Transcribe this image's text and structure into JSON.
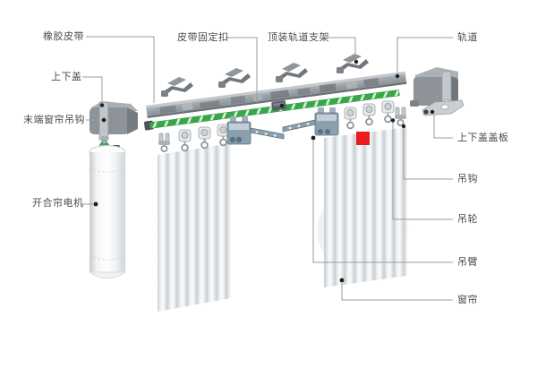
{
  "labels": {
    "rubber_belt": "橡胶皮带",
    "top_cover": "上下盖",
    "end_hook": "末端窗帘吊钩",
    "motor": "开合帘电机",
    "belt_clip": "皮带固定扣",
    "bracket": "顶装轨道支架",
    "track": "轨道",
    "cover_plate": "上下盖盖板",
    "hook": "吊钩",
    "pulley": "吊轮",
    "arm": "吊臂",
    "curtain": "窗帘"
  },
  "colors": {
    "background": "#ffffff",
    "belt_green": "#36a848",
    "highlight_red": "#ed1b1c",
    "metal": "#989fa4",
    "metal_dark": "#6e7478",
    "steel": "#8aa0ad",
    "leader": "#9b9b9b",
    "label_text": "#4b4b4b"
  }
}
